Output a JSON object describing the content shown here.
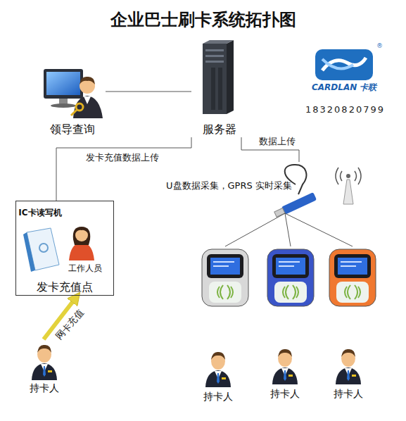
{
  "diagram": {
    "title": "企业巴士刷卡系统拓扑图",
    "nodes": [
      {
        "text": [
          "领导查询"
        ]
      },
      {
        "text": [
          "服务器"
        ]
      },
      {
        "text": [
          "发卡充值点"
        ]
      },
      {
        "text": [
          "IC卡读写机"
        ],
        "in": 2
      },
      {
        "text": [
          "工作人员"
        ],
        "in": 2
      },
      {
        "text": [
          "U盘数据采集，GPRS 实时采集"
        ]
      },
      {
        "text": []
      },
      {
        "text": []
      },
      {
        "text": []
      },
      {
        "text": [
          "持卡人"
        ]
      },
      {
        "text": [
          "持卡人"
        ]
      },
      {
        "text": [
          "持卡人"
        ]
      },
      {
        "text": [
          "持卡人"
        ]
      }
    ],
    "edges": [
      {
        "from": 0,
        "to": 1,
        "arrow": "none"
      },
      {
        "from": 2,
        "to": 1,
        "label": "发卡充值数据上传",
        "arrow": "none"
      },
      {
        "from": 5,
        "to": 1,
        "label": "数据上传",
        "arrow": "none"
      },
      {
        "from": 5,
        "to": 6,
        "arrow": "none"
      },
      {
        "from": 5,
        "to": 7,
        "arrow": "none"
      },
      {
        "from": 5,
        "to": 8,
        "arrow": "none"
      },
      {
        "from": 9,
        "to": 2,
        "label": "网卡充值",
        "arrow": "to"
      }
    ],
    "labels": [
      "®",
      "CARDLAN 卡联",
      "18320820799"
    ]
  }
}
